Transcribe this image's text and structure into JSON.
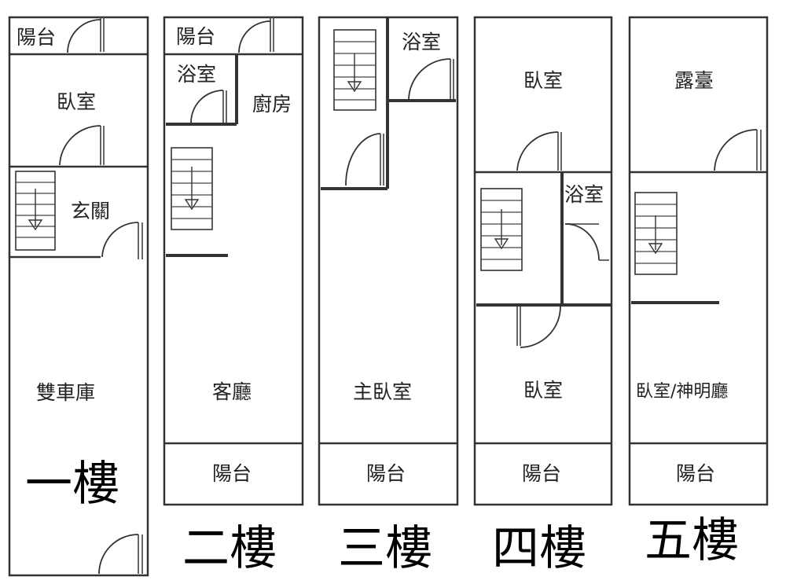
{
  "floors": [
    {
      "title": "一樓",
      "rooms": {
        "balcony": "陽台",
        "bedroom": "臥室",
        "foyer": "玄關",
        "garage": "雙車庫"
      }
    },
    {
      "title": "二樓",
      "rooms": {
        "balcony_top": "陽台",
        "bath": "浴室",
        "kitchen": "廚房",
        "living": "客廳",
        "balcony_bottom": "陽台"
      }
    },
    {
      "title": "三樓",
      "rooms": {
        "bath": "浴室",
        "master": "主臥室",
        "balcony_bottom": "陽台"
      }
    },
    {
      "title": "四樓",
      "rooms": {
        "bedroom_top": "臥室",
        "bath": "浴室",
        "bedroom_bottom": "臥室",
        "balcony_bottom": "陽台"
      }
    },
    {
      "title": "五樓",
      "rooms": {
        "terrace": "露臺",
        "shrine": "臥室/神明廳",
        "balcony_bottom": "陽台"
      }
    }
  ]
}
